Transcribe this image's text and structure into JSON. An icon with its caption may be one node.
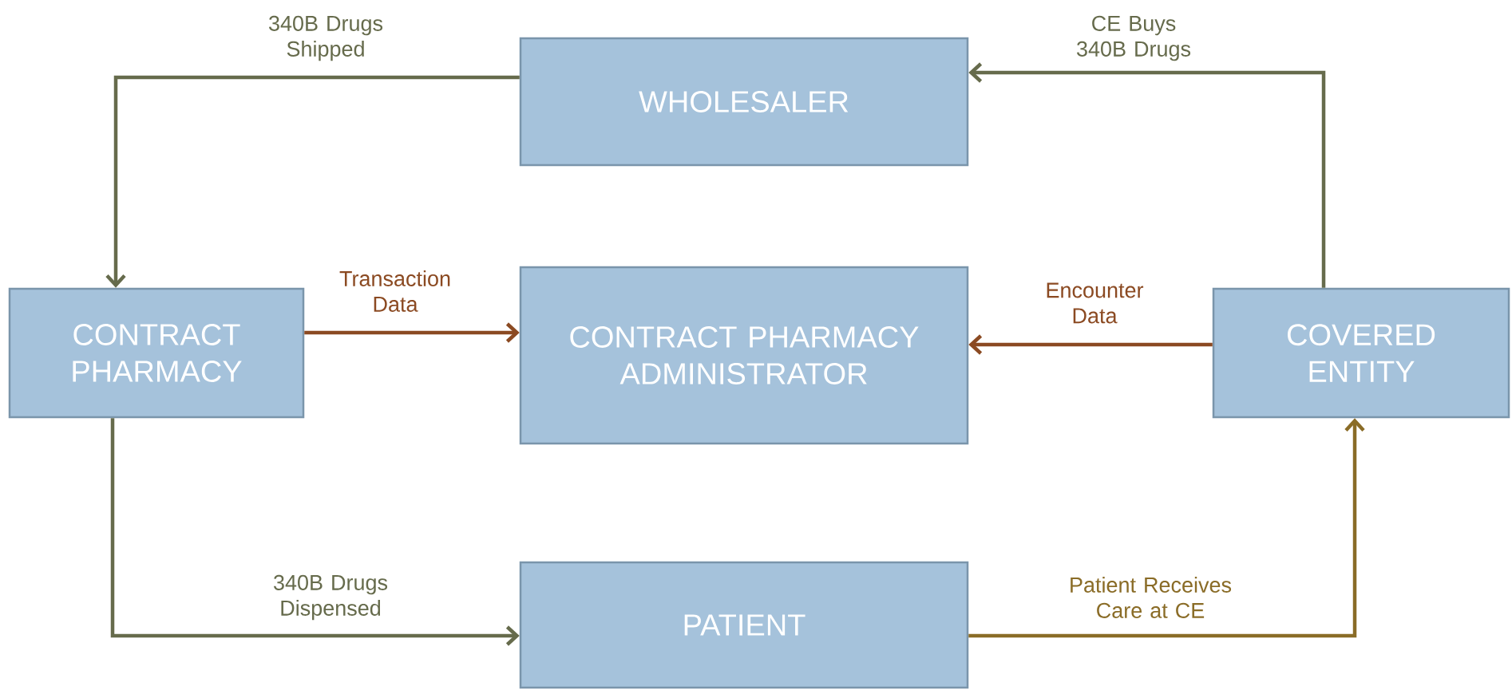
{
  "diagram": {
    "nodes": [
      {
        "text": [
          "WHOLESALER"
        ]
      },
      {
        "text": [
          "CONTRACT PHARMACY"
        ]
      },
      {
        "text": [
          "CONTRACT PHARMACY ADMINISTRATOR"
        ]
      },
      {
        "text": [
          "COVERED ENTITY"
        ]
      },
      {
        "text": [
          "PATIENT"
        ]
      }
    ],
    "edges": [
      {
        "from": 0,
        "to": 1,
        "arrow": "to",
        "label": "340B Drugs Shipped"
      },
      {
        "from": 3,
        "to": 0,
        "arrow": "to",
        "label": "CE Buys 340B Drugs"
      },
      {
        "from": 1,
        "to": 2,
        "arrow": "to",
        "label": "Transaction Data",
        "color": "#8b4a22"
      },
      {
        "from": 3,
        "to": 2,
        "arrow": "to",
        "label": "Encounter Data",
        "color": "#8b4a22"
      },
      {
        "from": 1,
        "to": 4,
        "arrow": "to",
        "label": "340B Drugs Dispensed"
      },
      {
        "from": 4,
        "to": 3,
        "arrow": "to",
        "label": "Patient Receives Care at CE",
        "color": "#8a6c27"
      }
    ]
  }
}
